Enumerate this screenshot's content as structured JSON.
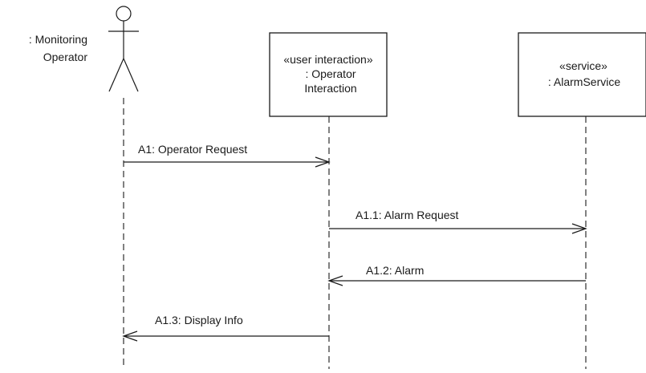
{
  "participants": {
    "operator": {
      "name_line1": ": Monitoring",
      "name_line2": "Operator"
    },
    "interaction": {
      "stereotype": "«user interaction»",
      "name_line1": ": Operator",
      "name_line2": "Interaction"
    },
    "service": {
      "stereotype": "«service»",
      "name_line1": ": AlarmService"
    }
  },
  "messages": [
    {
      "label": "A1: Operator Request",
      "from": "operator",
      "to": "interaction"
    },
    {
      "label": "A1.1: Alarm Request",
      "from": "interaction",
      "to": "service"
    },
    {
      "label": "A1.2: Alarm",
      "from": "service",
      "to": "interaction"
    },
    {
      "label": "A1.3: Display Info",
      "from": "interaction",
      "to": "operator"
    }
  ]
}
